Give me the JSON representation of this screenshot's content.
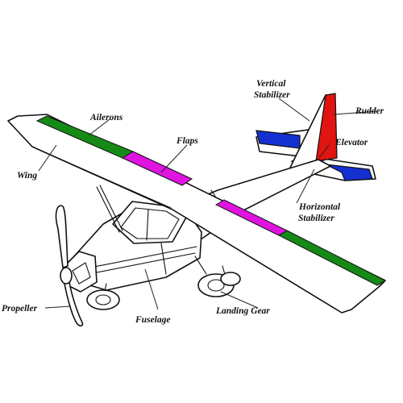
{
  "labels": {
    "vertical_stabilizer_1": "Vertical",
    "vertical_stabilizer_2": "Stabilizer",
    "rudder": "Rudder",
    "ailerons": "Ailerons",
    "flaps": "Flaps",
    "elevator": "Elevator",
    "wing": "Wing",
    "horizontal_stabilizer_1": "Horizontal",
    "horizontal_stabilizer_2": "Stabilizer",
    "propeller": "Propeller",
    "fuselage": "Fuselage",
    "landing_gear": "Landing Gear"
  },
  "colors": {
    "ailerons": "#168a16",
    "flaps": "#e014e0",
    "rudder": "#e01410",
    "elevator": "#1530d0",
    "outline": "#111111",
    "background": "#ffffff"
  }
}
